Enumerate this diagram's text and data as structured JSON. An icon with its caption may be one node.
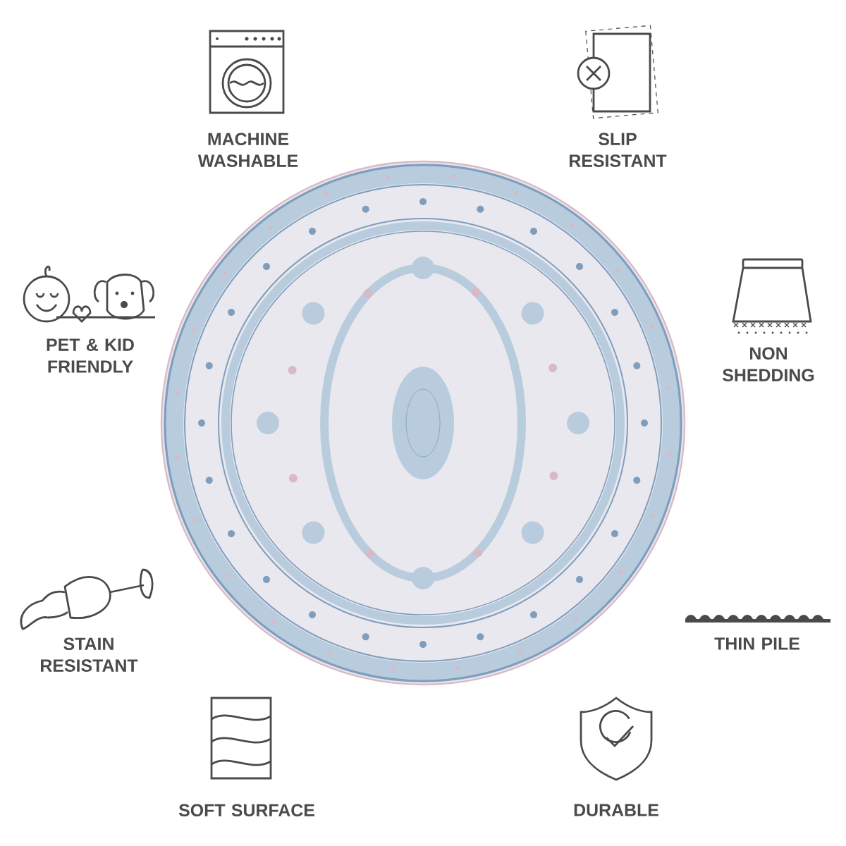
{
  "diagram": {
    "labels": [
      "MACHINE WASHABLE",
      "SLIP RESISTANT",
      "PET & KID FRIENDLY",
      "NON SHEDDING",
      "STAIN RESISTANT",
      "THIN PILE",
      "SOFT SURFACE",
      "DURABLE"
    ]
  }
}
